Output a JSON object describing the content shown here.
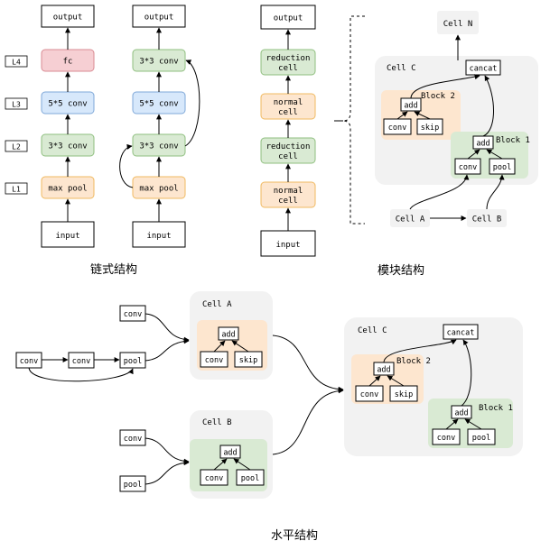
{
  "chain": {
    "col1": {
      "output": "output",
      "fc": "fc",
      "conv55": "5*5 conv",
      "conv33": "3*3 conv",
      "pool": "max pool",
      "input": "input"
    },
    "col2": {
      "output": "output",
      "conv33_top": "3*3 conv",
      "conv55": "5*5 conv",
      "conv33": "3*3 conv",
      "pool": "max pool",
      "input": "input"
    },
    "layers": [
      "L4",
      "L3",
      "L2",
      "L1"
    ],
    "caption": "链式结构"
  },
  "stack": {
    "output": "output",
    "reduction_top": [
      "reduction",
      "cell"
    ],
    "normal_top": [
      "normal",
      "cell"
    ],
    "reduction_bottom": [
      "reduction",
      "cell"
    ],
    "normal_bottom": [
      "normal",
      "cell"
    ],
    "input": "input"
  },
  "module": {
    "cell_n": "Cell N",
    "cell_c": "Cell C",
    "cancat": "cancat",
    "block2": "Block 2",
    "block1": "Block 1",
    "add": "add",
    "conv": "conv",
    "skip": "skip",
    "pool": "pool",
    "cell_a": "Cell A",
    "cell_b": "Cell B",
    "caption": "模块结构"
  },
  "horizontal": {
    "left_top": {
      "conv": "conv",
      "conv_a": "conv",
      "conv_b": "conv",
      "pool": "pool"
    },
    "left_bottom": {
      "conv": "conv",
      "pool": "pool"
    },
    "cell_a": {
      "title": "Cell A",
      "add": "add",
      "conv": "conv",
      "skip": "skip"
    },
    "cell_b": {
      "title": "Cell B",
      "add": "add",
      "conv": "conv",
      "pool": "pool"
    },
    "cell_c": {
      "title": "Cell C",
      "cancat": "cancat",
      "block2": "Block 2",
      "block1": "Block 1",
      "add": "add",
      "conv": "conv",
      "skip": "skip",
      "pool": "pool"
    },
    "caption": "水平结构"
  },
  "colors": {
    "orange": "#fde6cf",
    "green": "#d9ead3",
    "blue": "#d7e8fb",
    "red": "#f6cfd3",
    "gray": "#f2f2f2",
    "orange_stroke": "#f0b960",
    "green_stroke": "#8fbf7f",
    "blue_stroke": "#7fa8d8",
    "red_stroke": "#d98b93"
  }
}
